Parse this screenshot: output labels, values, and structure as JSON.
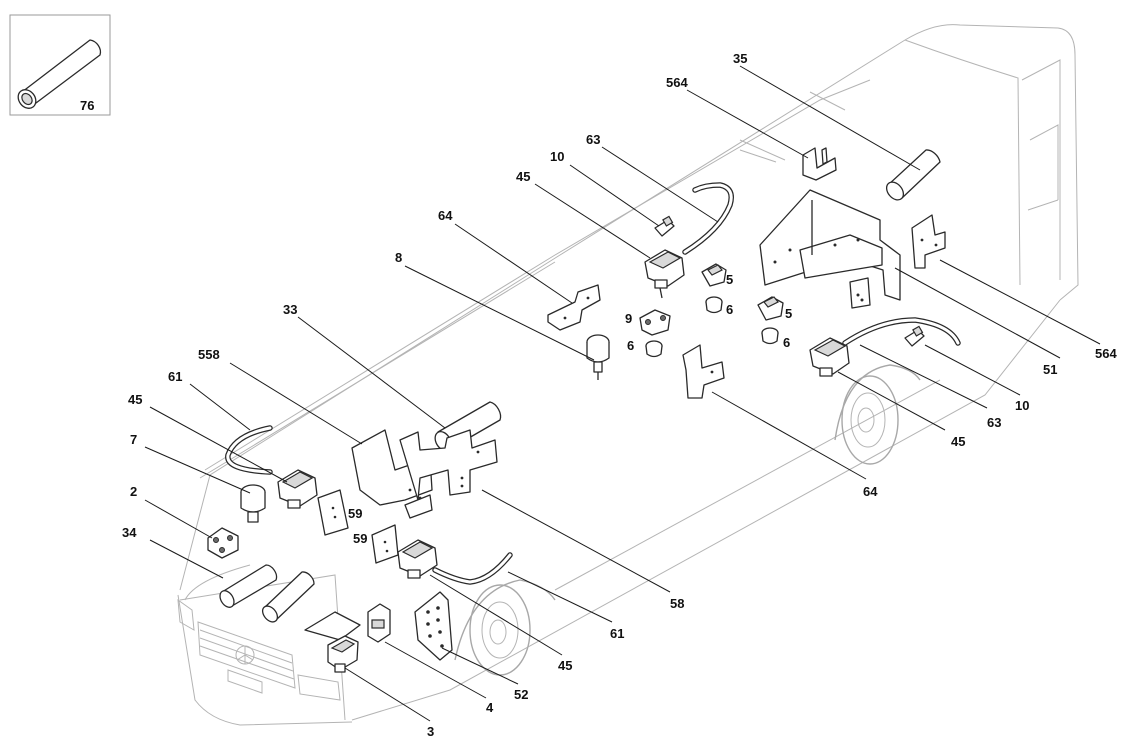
{
  "inset": {
    "part_number": "76"
  },
  "callouts": {
    "c35": "35",
    "c564a": "564",
    "c63a": "63",
    "c10a": "10",
    "c45a": "45",
    "c64a": "64",
    "c8": "8",
    "c5a": "5",
    "c6a": "6",
    "c5b": "5",
    "c6b": "6",
    "c9": "9",
    "c6c": "6",
    "c33": "33",
    "c558": "558",
    "c61a": "61",
    "c45b": "45",
    "c7": "7",
    "c2": "2",
    "c34": "34",
    "c59a": "59",
    "c59b": "59",
    "c564b": "564",
    "c51": "51",
    "c63b": "63",
    "c10b": "10",
    "c45c": "45",
    "c64b": "64",
    "c58": "58",
    "c61b": "61",
    "c45d": "45",
    "c52": "52",
    "c4": "4",
    "c3": "3"
  }
}
